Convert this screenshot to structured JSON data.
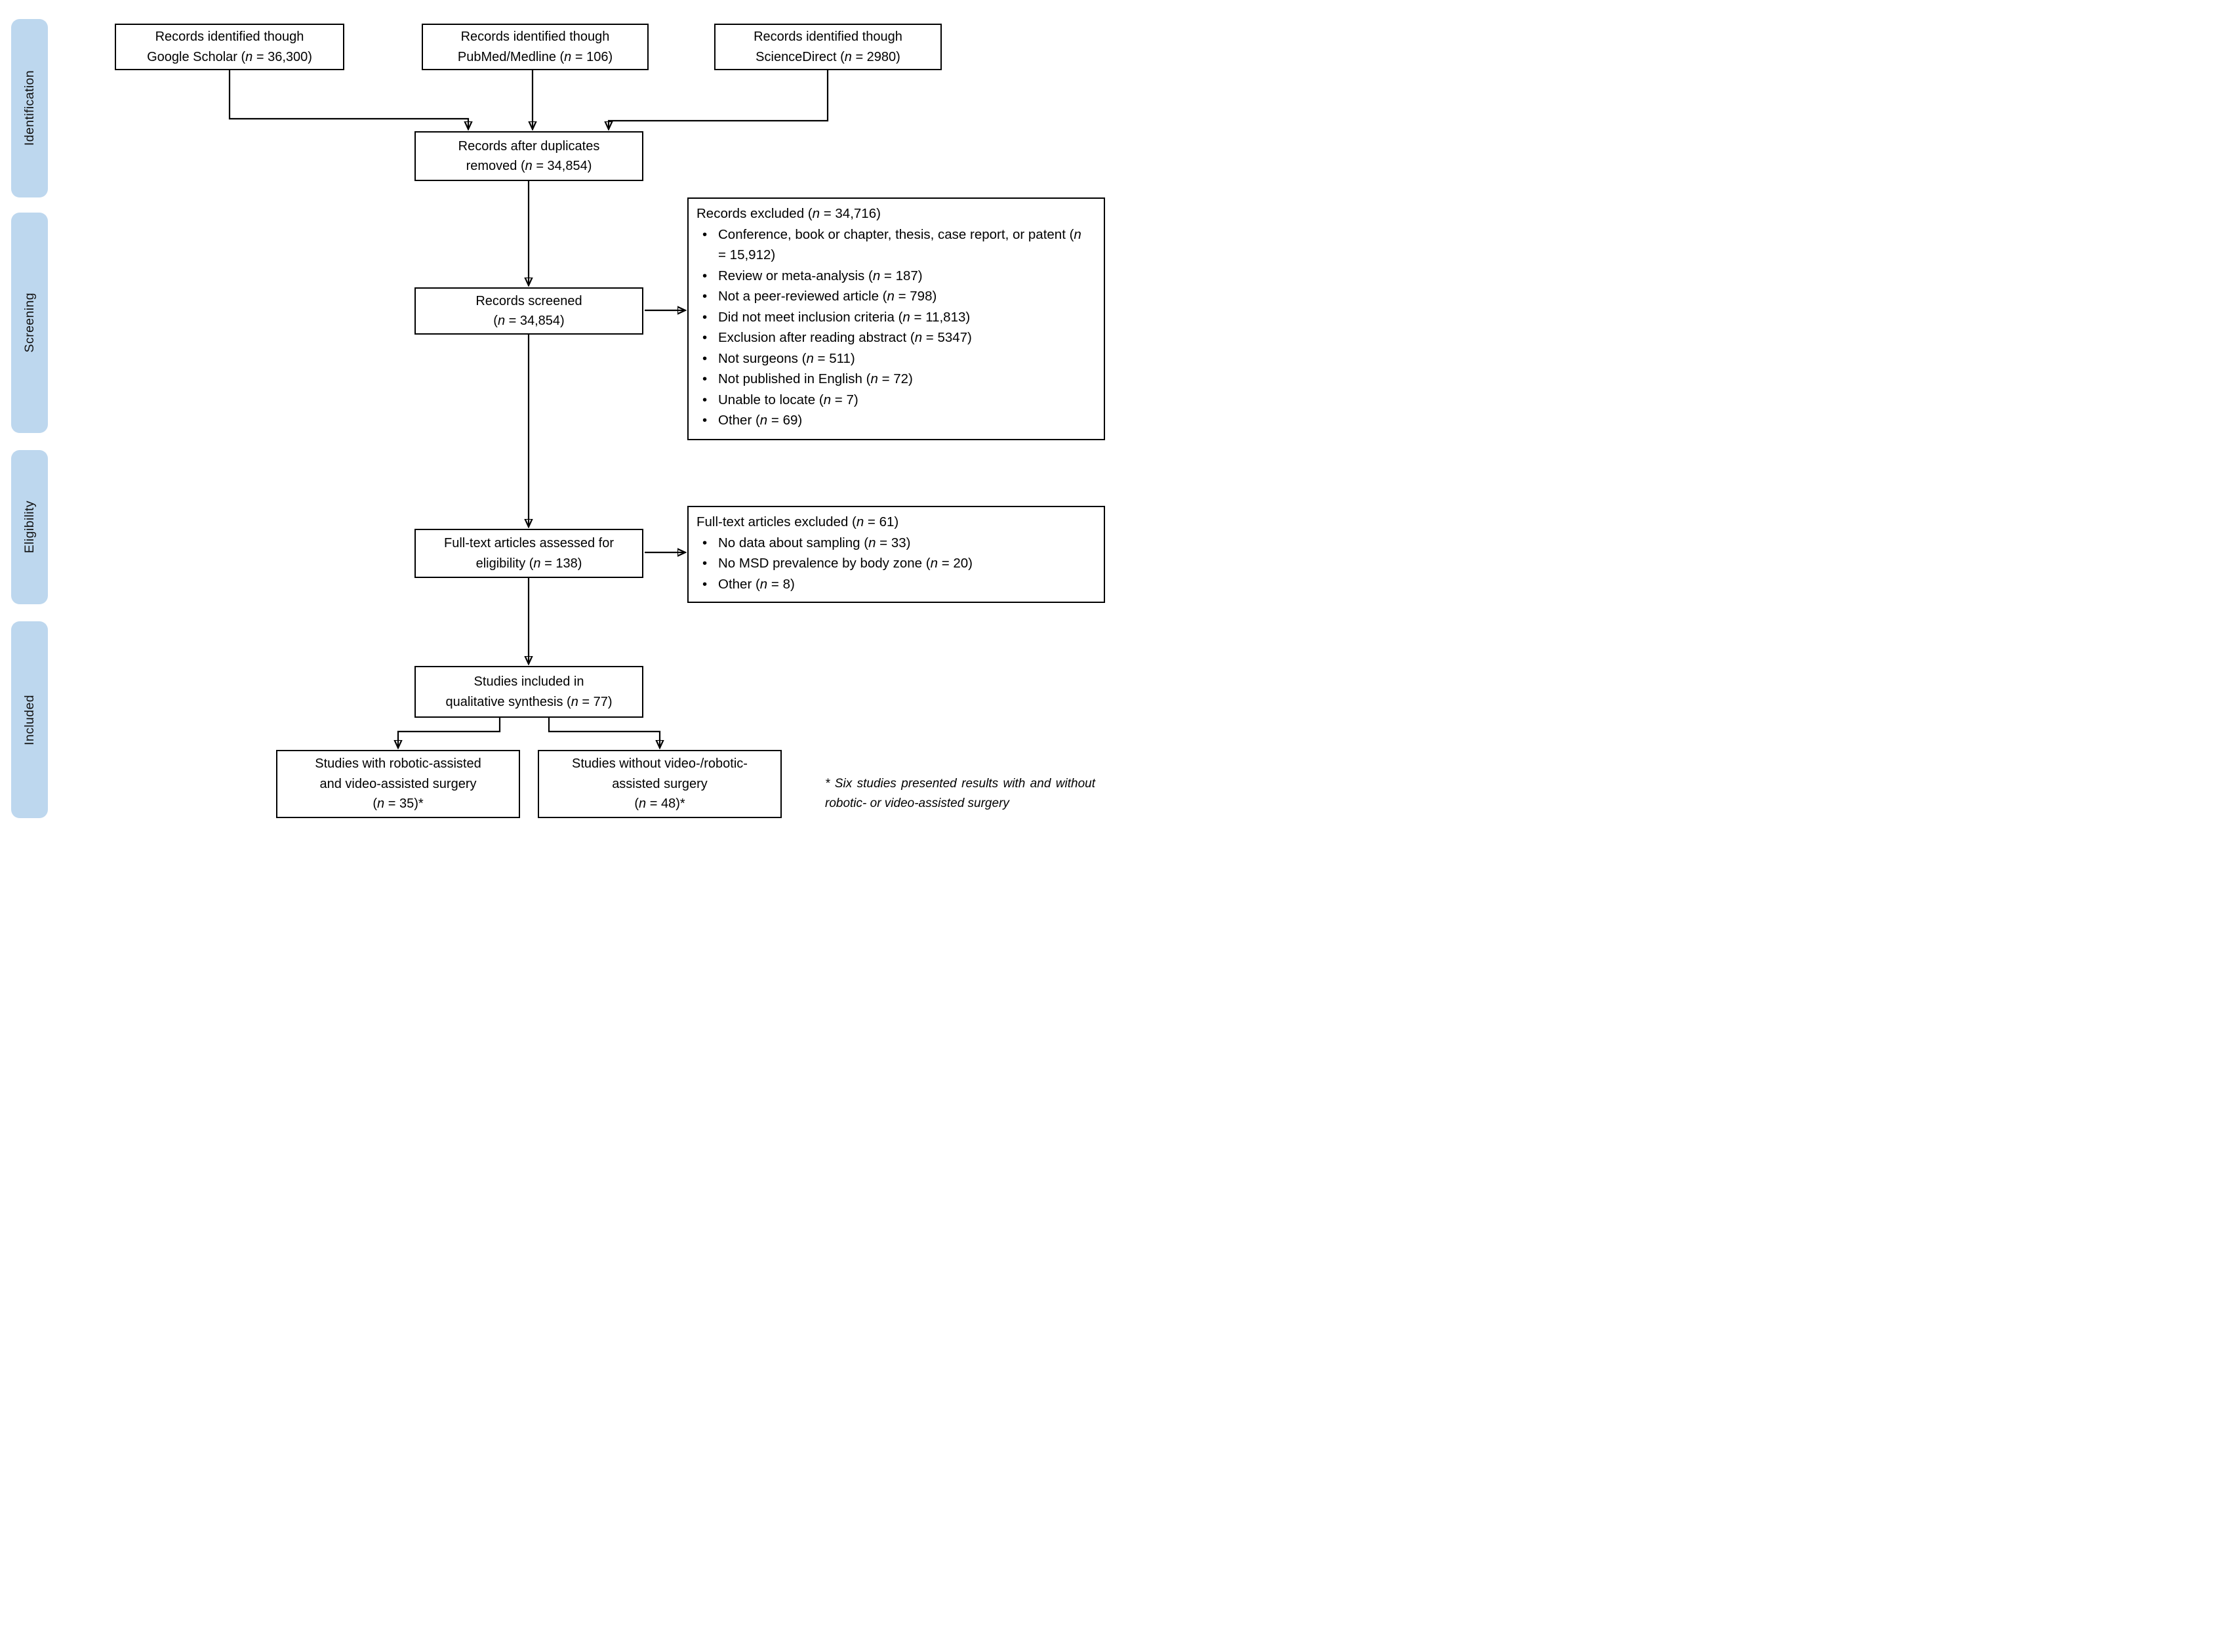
{
  "sidebar": {
    "band_color": "#BDD7EE",
    "stages": [
      {
        "label": "Identification"
      },
      {
        "label": "Screening"
      },
      {
        "label": "Eligibility"
      },
      {
        "label": "Included"
      }
    ]
  },
  "flow": {
    "sources": [
      {
        "name": "google-scholar",
        "lines": [
          "Records identified though",
          "Google Scholar (n = 36,300)"
        ]
      },
      {
        "name": "pubmed-medline",
        "lines": [
          "Records identified though",
          "PubMed/Medline (n = 106)"
        ]
      },
      {
        "name": "sciencedirect",
        "lines": [
          "Records identified though",
          "ScienceDirect (n = 2980)"
        ]
      }
    ],
    "duplicates_removed": {
      "lines": [
        "Records after duplicates",
        "removed (n = 34,854)"
      ]
    },
    "records_screened": {
      "lines": [
        "Records screened",
        "(n = 34,854)"
      ]
    },
    "records_excluded": {
      "title": "Records excluded (n = 34,716)",
      "items": [
        "Conference, book or chapter, thesis, case report, or patent (n = 15,912)",
        "Review or meta-analysis (n = 187)",
        "Not a peer-reviewed article (n = 798)",
        "Did not meet inclusion criteria (n = 11,813)",
        "Exclusion after reading abstract (n = 5347)",
        "Not surgeons (n = 511)",
        "Not published in English (n = 72)",
        "Unable to locate (n = 7)",
        "Other (n = 69)"
      ]
    },
    "fulltext_assessed": {
      "lines": [
        "Full-text articles assessed for",
        "eligibility (n = 138)"
      ]
    },
    "fulltext_excluded": {
      "title": "Full-text articles excluded (n = 61)",
      "items": [
        "No data about sampling (n = 33)",
        "No MSD prevalence by body zone (n = 20)",
        "Other (n = 8)"
      ]
    },
    "qualitative_synthesis": {
      "lines": [
        "Studies included in",
        "qualitative synthesis (n = 77)"
      ]
    },
    "with_robotic": {
      "lines": [
        "Studies with robotic-assisted",
        "and video-assisted surgery",
        "(n = 35)*"
      ]
    },
    "without_robotic": {
      "lines": [
        "Studies without video-/robotic-",
        "assisted surgery",
        "(n = 48)*"
      ]
    },
    "footnote": "* Six studies presented results with and without robotic- or video-assisted surgery"
  }
}
